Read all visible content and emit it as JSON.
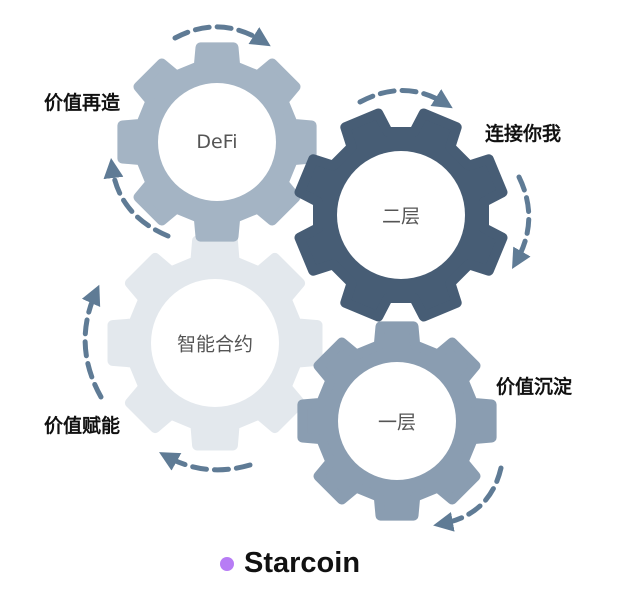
{
  "gears": [
    {
      "id": "smart-contract",
      "label": "智能合约",
      "color": "#e3e8ed"
    },
    {
      "id": "defi",
      "label": "DeFi",
      "color": "#a4b4c4"
    },
    {
      "id": "layer1",
      "label": "一层",
      "color": "#8a9db1"
    },
    {
      "id": "layer2",
      "label": "二层",
      "color": "#475d75"
    }
  ],
  "labels": {
    "value_recreate": "价值再造",
    "connect": "连接你我",
    "value_settle": "价值沉淀",
    "value_empower": "价值赋能"
  },
  "brand": {
    "name": "Starcoin",
    "dot_color": "#b77cf5"
  },
  "arrow_color": "#5f7b95"
}
